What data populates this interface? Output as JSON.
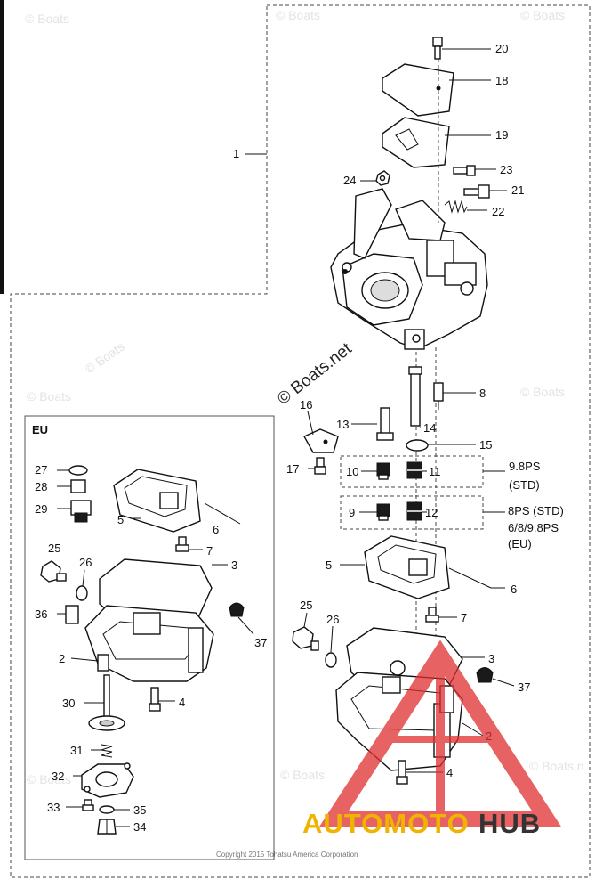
{
  "callouts": {
    "c1": "1",
    "c2": "2",
    "c2b": "2",
    "c3": "3",
    "c3b": "3",
    "c4": "4",
    "c4b": "4",
    "c5": "5",
    "c5b": "5",
    "c6": "6",
    "c6b": "6",
    "c7": "7",
    "c7b": "7",
    "c8": "8",
    "c9": "9",
    "c10": "10",
    "c11": "11",
    "c12": "12",
    "c13": "13",
    "c14": "14",
    "c15": "15",
    "c16": "16",
    "c17": "17",
    "c18": "18",
    "c19": "19",
    "c20": "20",
    "c21": "21",
    "c22": "22",
    "c23": "23",
    "c24": "24",
    "c25": "25",
    "c25b": "25",
    "c26": "26",
    "c26b": "26",
    "c27": "27",
    "c28": "28",
    "c29": "29",
    "c30": "30",
    "c31": "31",
    "c32": "32",
    "c33": "33",
    "c34": "34",
    "c35": "35",
    "c36": "36",
    "c37": "37",
    "c37b": "37"
  },
  "eu_box_title": "EU",
  "variant_std": {
    "line1": "9.8PS",
    "line2": "(STD)"
  },
  "variant_eu": {
    "line1": "8PS (STD)",
    "line2": "6/8/9.8PS",
    "line3": "(EU)"
  },
  "watermark": {
    "text": "© Boats.net",
    "short": "© Boats",
    "partial": "© Boats.n"
  },
  "copyright": "Copyright 2015 Tohatsu America Corporation",
  "brand_logo": {
    "part1": "AUTOMOTO",
    "part2": "HUB",
    "color1": "#f0b400",
    "color2": "#333333",
    "triangle_color": "#e03030"
  }
}
